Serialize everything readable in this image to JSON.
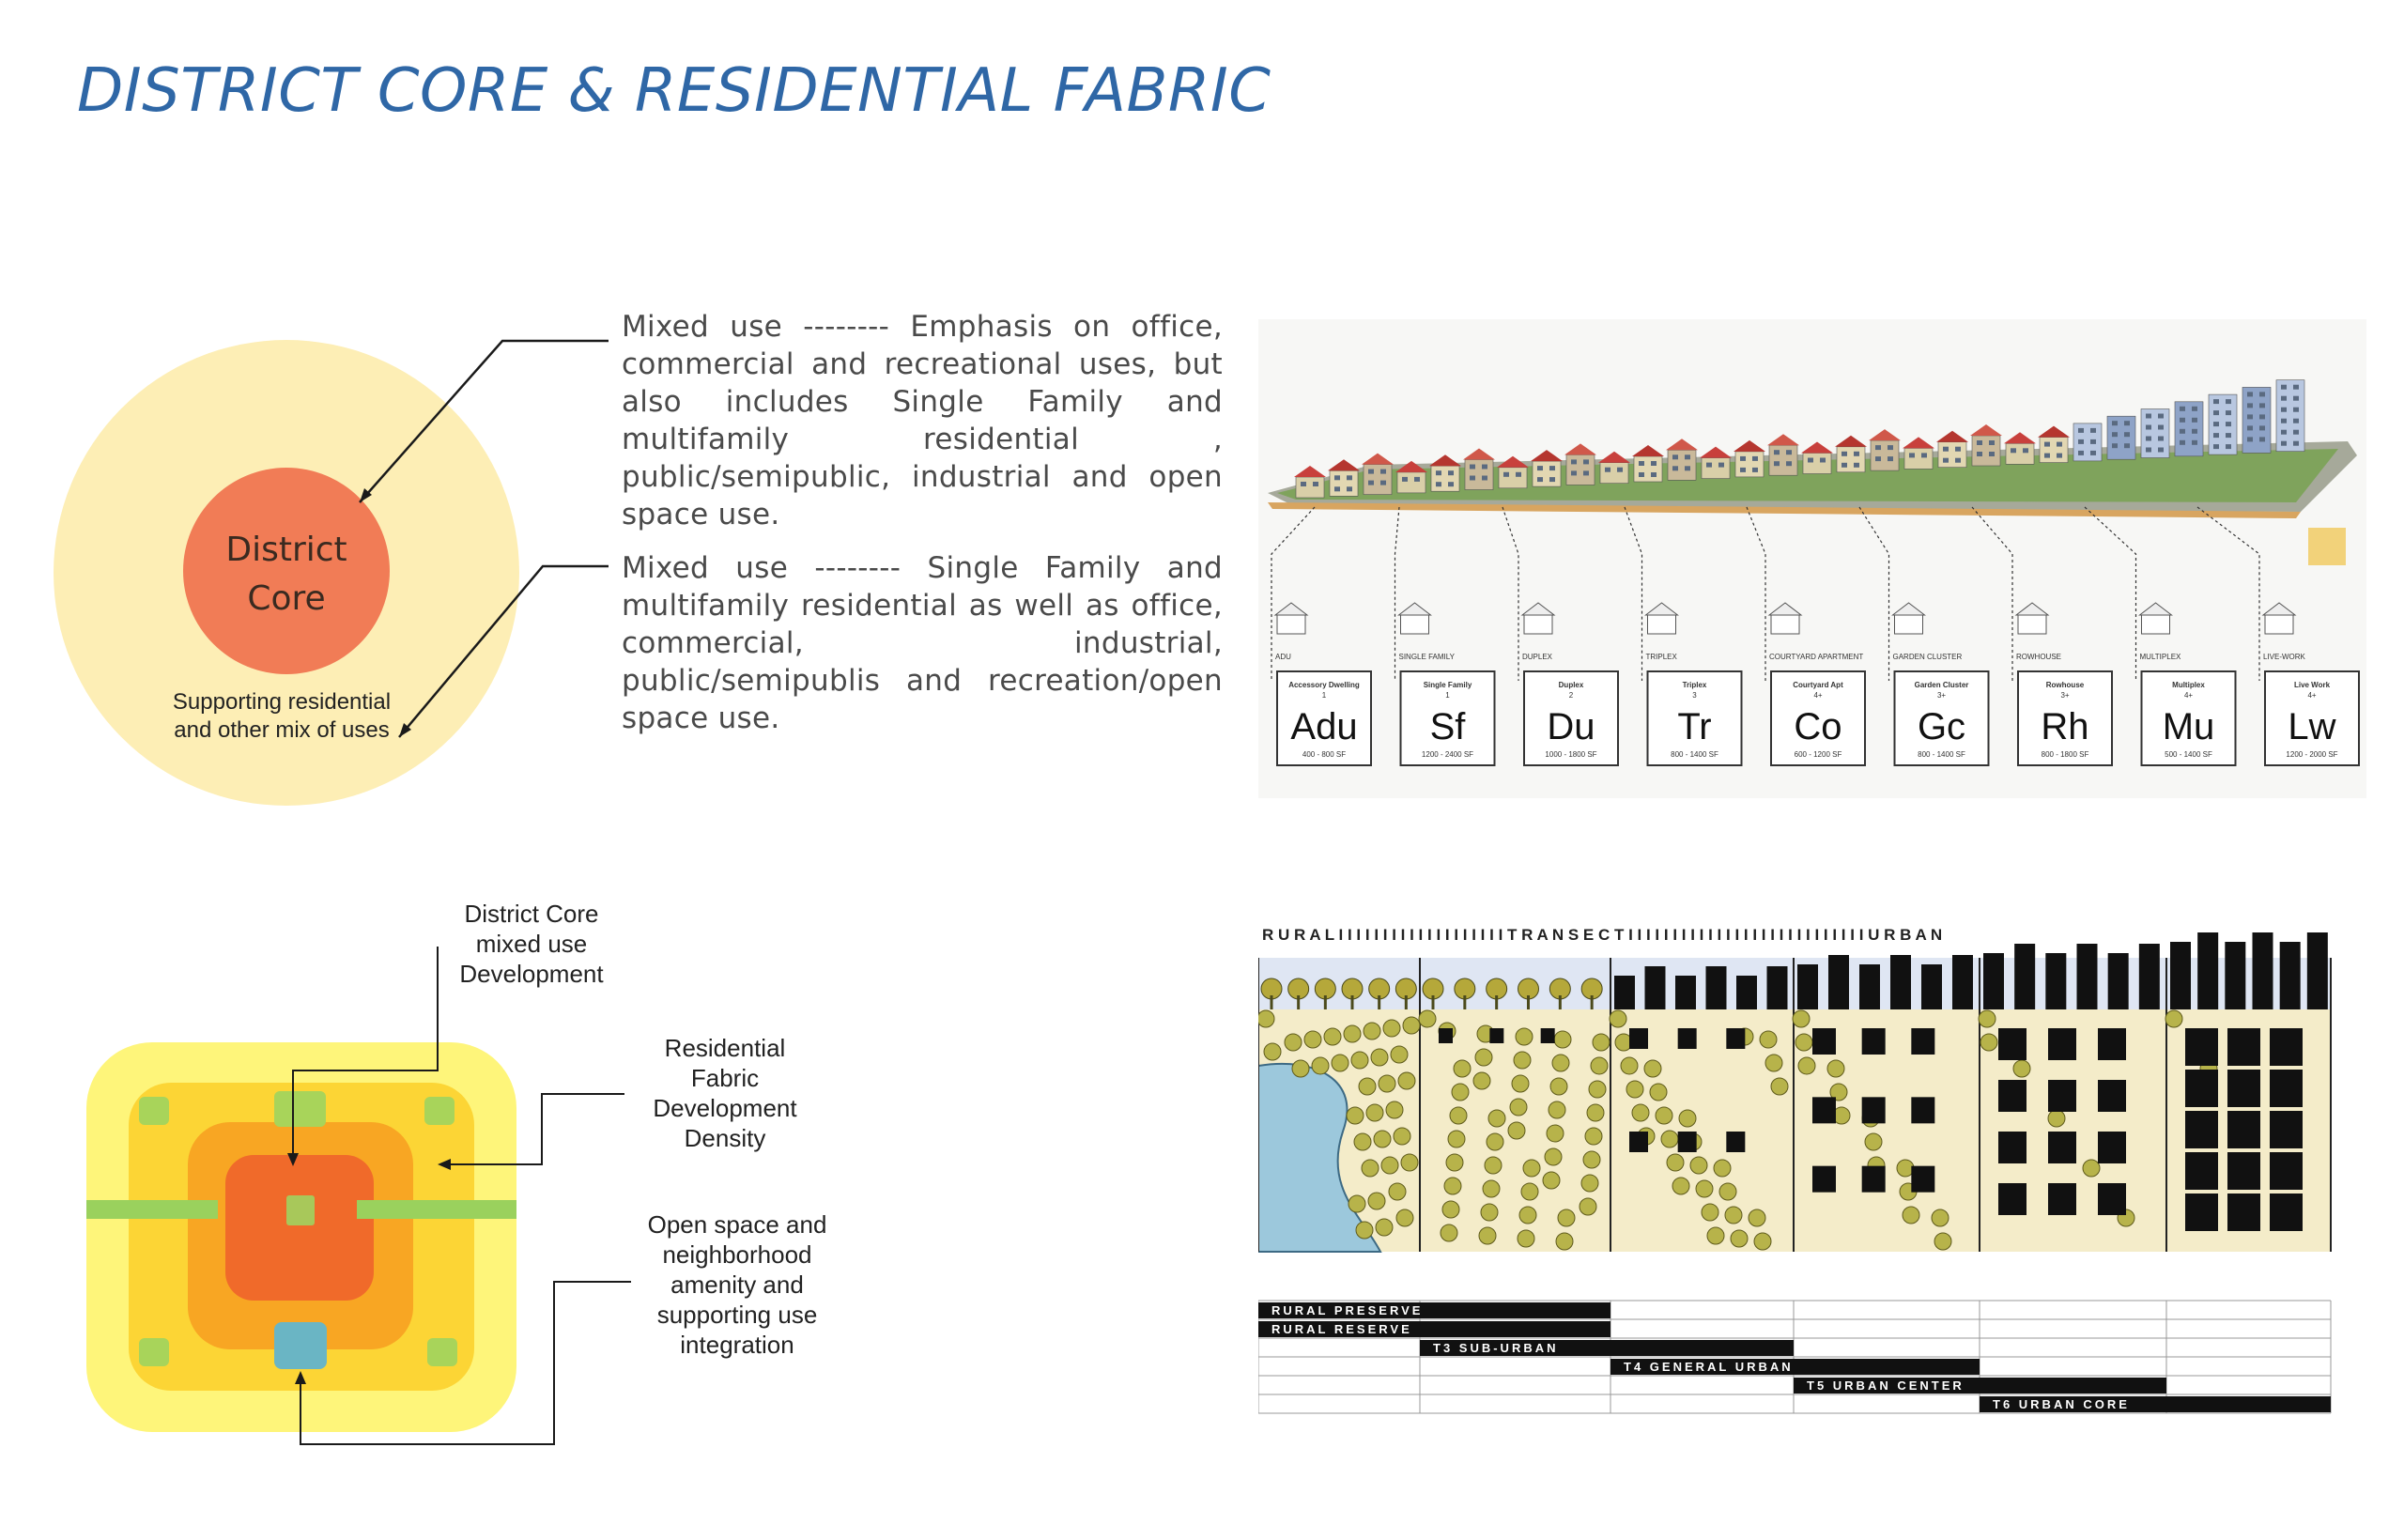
{
  "title": "DISTRICT CORE & RESIDENTIAL FABRIC",
  "descriptions": {
    "core_text": "Mixed use -------- Emphasis on office, commercial and recreational uses, but also includes Single Family and multifamily residential , public/semipublic, industrial and open space use.",
    "fabric_text": "Mixed use -------- Single Family and multifamily residential as well as office, commercial, industrial, public/semipublis and recreation/open space use."
  },
  "circle_diagram": {
    "core_line1": "District",
    "core_line2": "Core",
    "outer_line1": "Supporting residential",
    "outer_line2": "and other mix of uses"
  },
  "square_diagram": {
    "label_core": [
      "District Core",
      "mixed use",
      "Development"
    ],
    "label_fabric": [
      "Residential",
      "Fabric",
      "Development",
      "Density"
    ],
    "label_open": [
      "Open space and",
      "neighborhood",
      "amenity and",
      "supporting use",
      "integration"
    ]
  },
  "housing_types": [
    {
      "top": "ADU",
      "name": "Accessory Dwelling",
      "units": "1",
      "sym": "Adu",
      "size": "400 - 800 SF"
    },
    {
      "top": "SINGLE FAMILY",
      "name": "Single Family",
      "units": "1",
      "sym": "Sf",
      "size": "1200 - 2400 SF"
    },
    {
      "top": "DUPLEX",
      "name": "Duplex",
      "units": "2",
      "sym": "Du",
      "size": "1000 - 1800 SF"
    },
    {
      "top": "TRIPLEX",
      "name": "Triplex",
      "units": "3",
      "sym": "Tr",
      "size": "800 - 1400 SF"
    },
    {
      "top": "COURTYARD APARTMENT",
      "name": "Courtyard Apt",
      "units": "4+",
      "sym": "Co",
      "size": "600 - 1200 SF"
    },
    {
      "top": "GARDEN CLUSTER",
      "name": "Garden Cluster",
      "units": "3+",
      "sym": "Gc",
      "size": "800 - 1400 SF"
    },
    {
      "top": "ROWHOUSE",
      "name": "Rowhouse",
      "units": "3+",
      "sym": "Rh",
      "size": "800 - 1800 SF"
    },
    {
      "top": "MULTIPLEX",
      "name": "Multiplex",
      "units": "4+",
      "sym": "Mu",
      "size": "500 - 1400 SF"
    },
    {
      "top": "LIVE-WORK",
      "name": "Live Work",
      "units": "4+",
      "sym": "Lw",
      "size": "1200 - 2000 SF"
    }
  ],
  "transect": {
    "header": "R U R A L I I I I I I I I I I I I I I I I I I I T R A N S E C T I I I I I I I I I I I I I I I I I I I I I I I I I I I U R B A N",
    "zones": [
      "RURAL PRESERVE",
      "RURAL RESERVE",
      "T3  SUB-URBAN",
      "T4  GENERAL URBAN",
      "T5  URBAN CENTER",
      "T6  URBAN CORE"
    ]
  },
  "colors": {
    "title": "#2f67a6",
    "core": "#f17c56",
    "outer": "#fdeeb5"
  }
}
